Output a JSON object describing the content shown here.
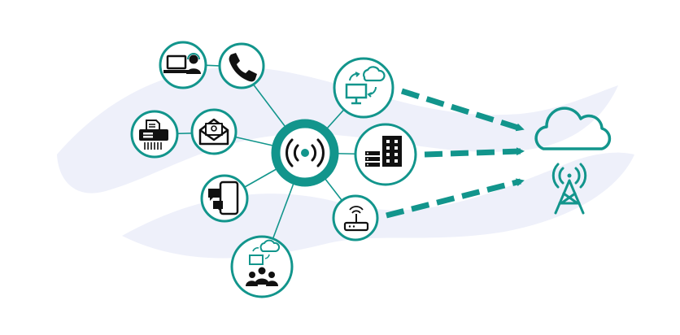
{
  "colors": {
    "accent": "#12958c",
    "wave": "#eef0fa",
    "icon": "#111111",
    "node_fill": "#ffffff"
  },
  "hub": {
    "icon": "broadcast-signal-icon"
  },
  "nodes": [
    {
      "id": "support-agent",
      "icon": "laptop-headset-agent-icon"
    },
    {
      "id": "phone",
      "icon": "telephone-handset-icon"
    },
    {
      "id": "fax",
      "icon": "fax-machine-icon"
    },
    {
      "id": "email",
      "icon": "email-envelope-icon"
    },
    {
      "id": "mobile-chat",
      "icon": "smartphone-chat-icon"
    },
    {
      "id": "team-cloud",
      "icon": "team-cloud-sync-icon"
    },
    {
      "id": "cloud-sync",
      "icon": "monitor-cloud-sync-icon"
    },
    {
      "id": "datacenter",
      "icon": "server-building-icon"
    },
    {
      "id": "router",
      "icon": "wifi-router-icon"
    }
  ],
  "targets": [
    {
      "id": "cloud",
      "icon": "cloud-icon"
    },
    {
      "id": "tower",
      "icon": "cell-tower-icon"
    }
  ]
}
